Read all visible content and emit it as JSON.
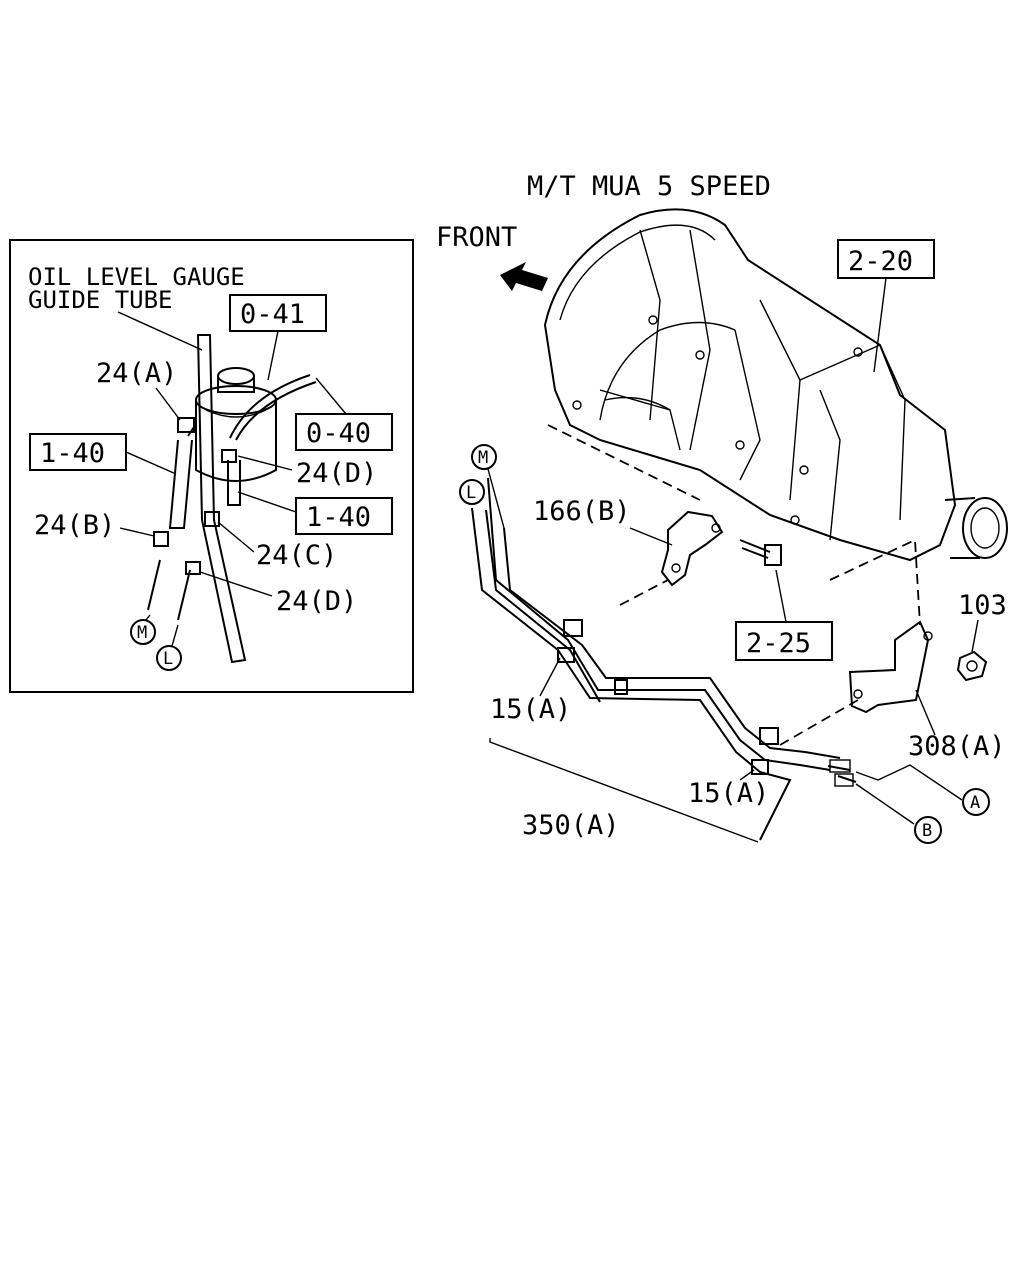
{
  "title": "M/T MUA 5 SPEED",
  "front_label": "FRONT",
  "inset": {
    "guide_tube_line1": "OIL LEVEL GAUGE",
    "guide_tube_line2": "GUIDE TUBE",
    "ref_0_41": "0-41",
    "ref_0_40": "0-40",
    "ref_1_40_left": "1-40",
    "ref_1_40_right": "1-40",
    "part_24a": "24(A)",
    "part_24b": "24(B)",
    "part_24c": "24(C)",
    "part_24d_upper": "24(D)",
    "part_24d_lower": "24(D)",
    "marker_m": "M",
    "marker_l": "L"
  },
  "main": {
    "ref_2_20": "2-20",
    "ref_2_25": "2-25",
    "part_166b": "166(B)",
    "part_103": "103",
    "part_15a_left": "15(A)",
    "part_15a_right": "15(A)",
    "part_308a": "308(A)",
    "part_350a": "350(A)",
    "marker_m": "M",
    "marker_l": "L",
    "marker_a": "A",
    "marker_b": "B"
  }
}
